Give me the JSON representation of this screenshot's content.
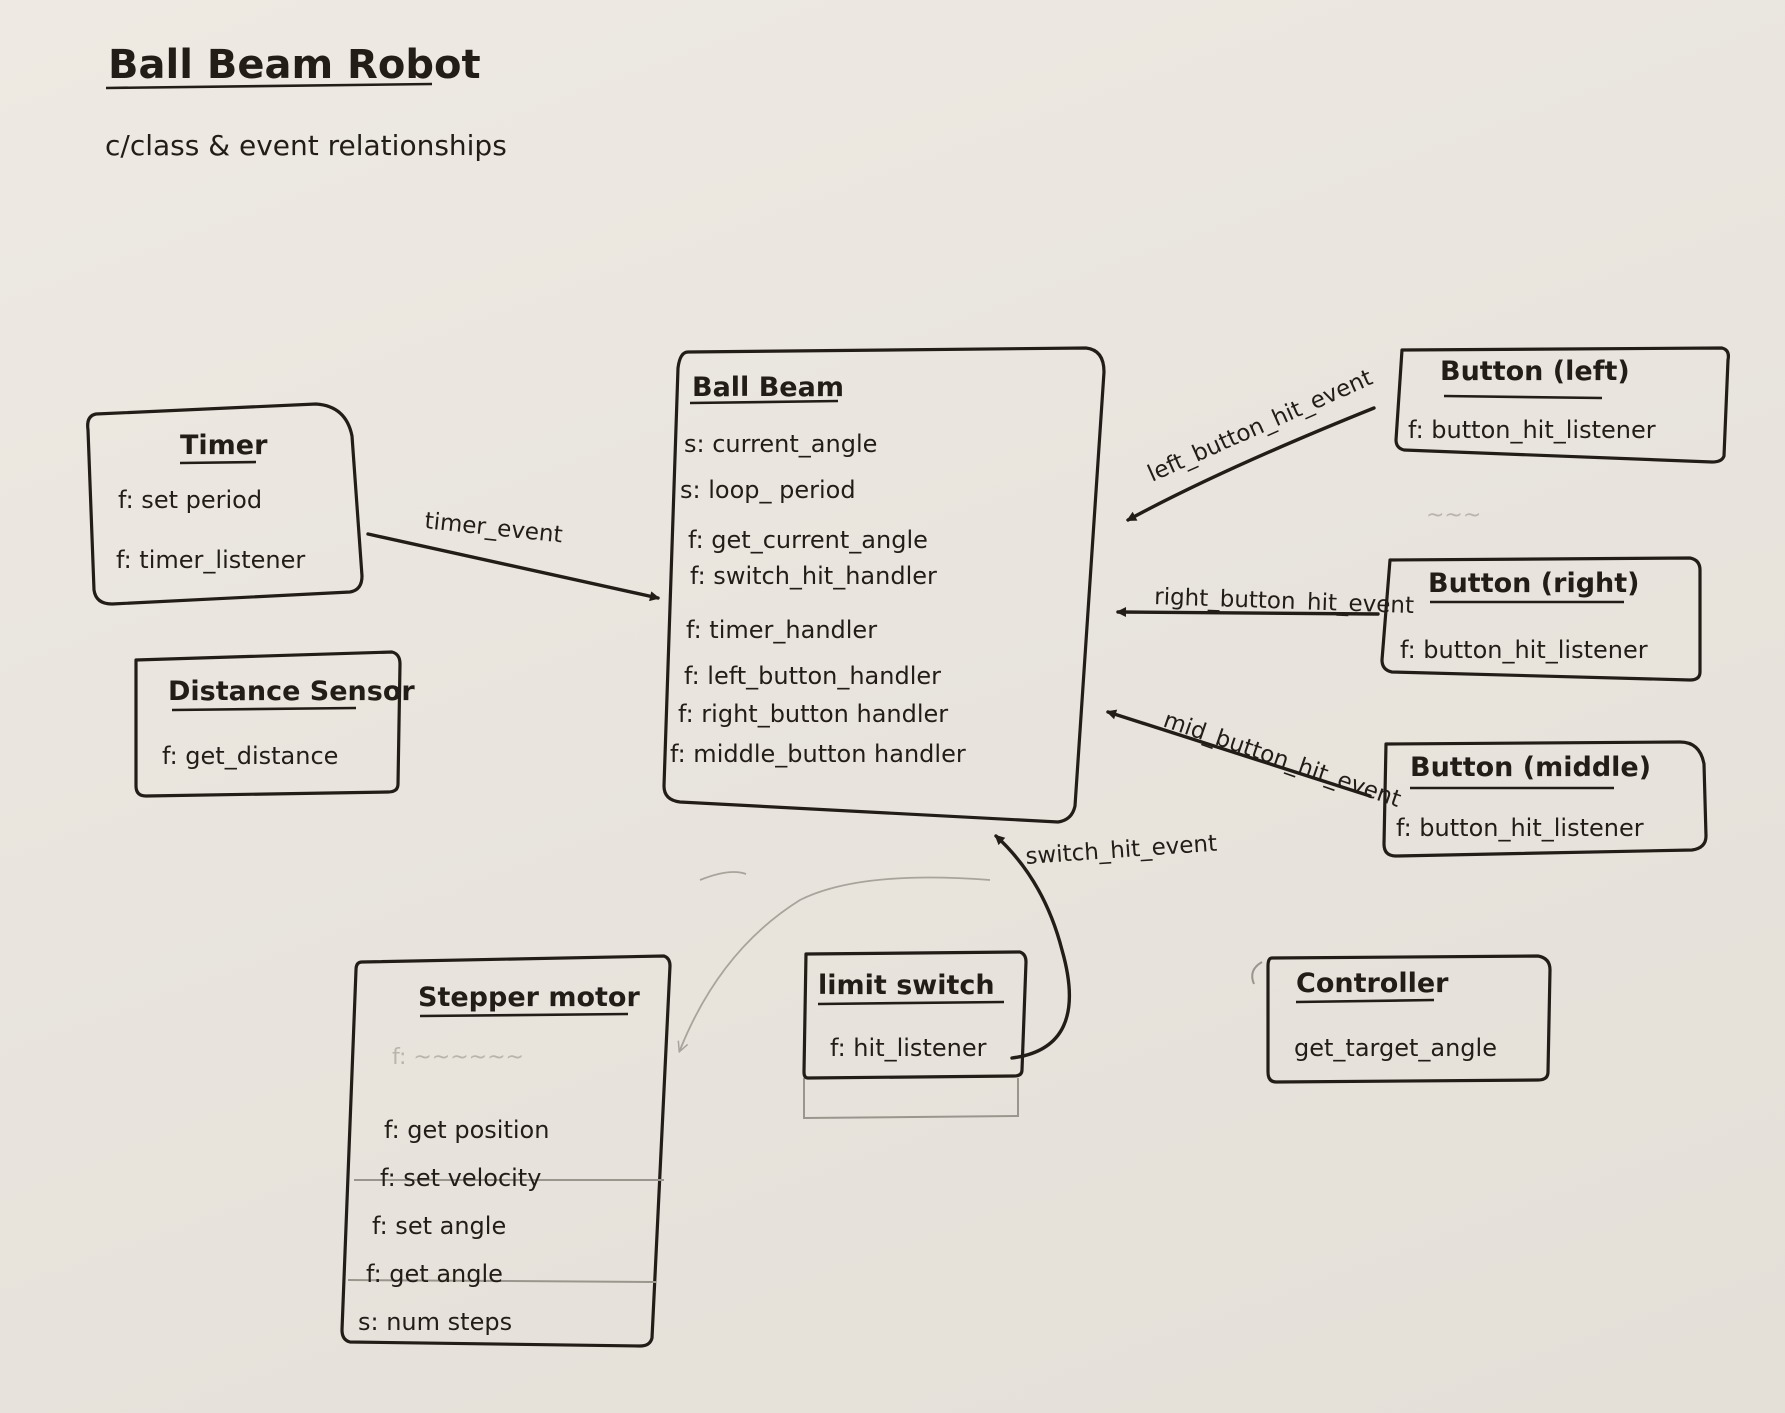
{
  "diagram": {
    "title": "Ball Beam Robot",
    "subtitle": "c/class & event relationships",
    "boxes": {
      "ball_beam": {
        "name": "Ball Beam",
        "members": [
          "s: current_angle",
          "s: loop_ period",
          "f: get_current_angle",
          "f: switch_hit_handler",
          "f: timer_handler",
          "f: left_button_handler",
          "f: right_button handler",
          "f: middle_button handler"
        ]
      },
      "timer": {
        "name": "Timer",
        "members": [
          "f: set period",
          "f: timer_listener"
        ]
      },
      "distance_sensor": {
        "name": "Distance Sensor",
        "members": [
          "f: get_distance"
        ]
      },
      "button_left": {
        "name": "Button (left)",
        "members": [
          "f: button_hit_listener"
        ]
      },
      "button_right": {
        "name": "Button (right)",
        "members": [
          "f: button_hit_listener"
        ]
      },
      "button_middle": {
        "name": "Button (middle)",
        "members": [
          "f: button_hit_listener"
        ]
      },
      "stepper_motor": {
        "name": "Stepper motor",
        "members": [
          "f: get position",
          "f: set velocity",
          "f: set angle",
          "f: get angle",
          "s: num steps"
        ]
      },
      "limit_switch": {
        "name": "limit switch",
        "members": [
          "f: hit_listener"
        ]
      },
      "controller": {
        "name": "Controller",
        "members": [
          "get_target_angle"
        ]
      }
    },
    "edges": [
      {
        "from": "timer",
        "to": "ball_beam",
        "label": "timer_event"
      },
      {
        "from": "button_left",
        "to": "ball_beam",
        "label": "left_button_hit_event"
      },
      {
        "from": "button_right",
        "to": "ball_beam",
        "label": "right_button_hit_event"
      },
      {
        "from": "button_middle",
        "to": "ball_beam",
        "label": "mid_button_hit_event"
      },
      {
        "from": "limit_switch",
        "to": "ball_beam",
        "label": "switch_hit_event"
      }
    ],
    "ink_color": "#231d18",
    "paper_color": "#eeeae3"
  }
}
